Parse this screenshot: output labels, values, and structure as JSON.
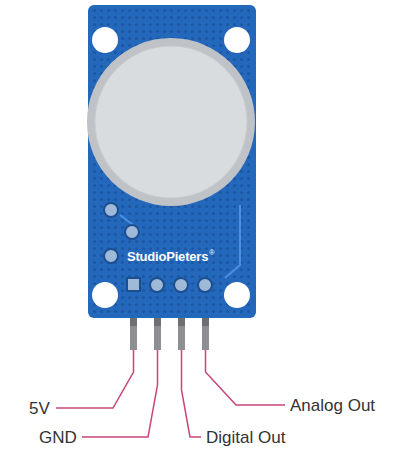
{
  "diagram": {
    "labels": [
      "StudioPieters",
      "®",
      "5V",
      "GND",
      "Digital Out",
      "Analog Out"
    ]
  }
}
